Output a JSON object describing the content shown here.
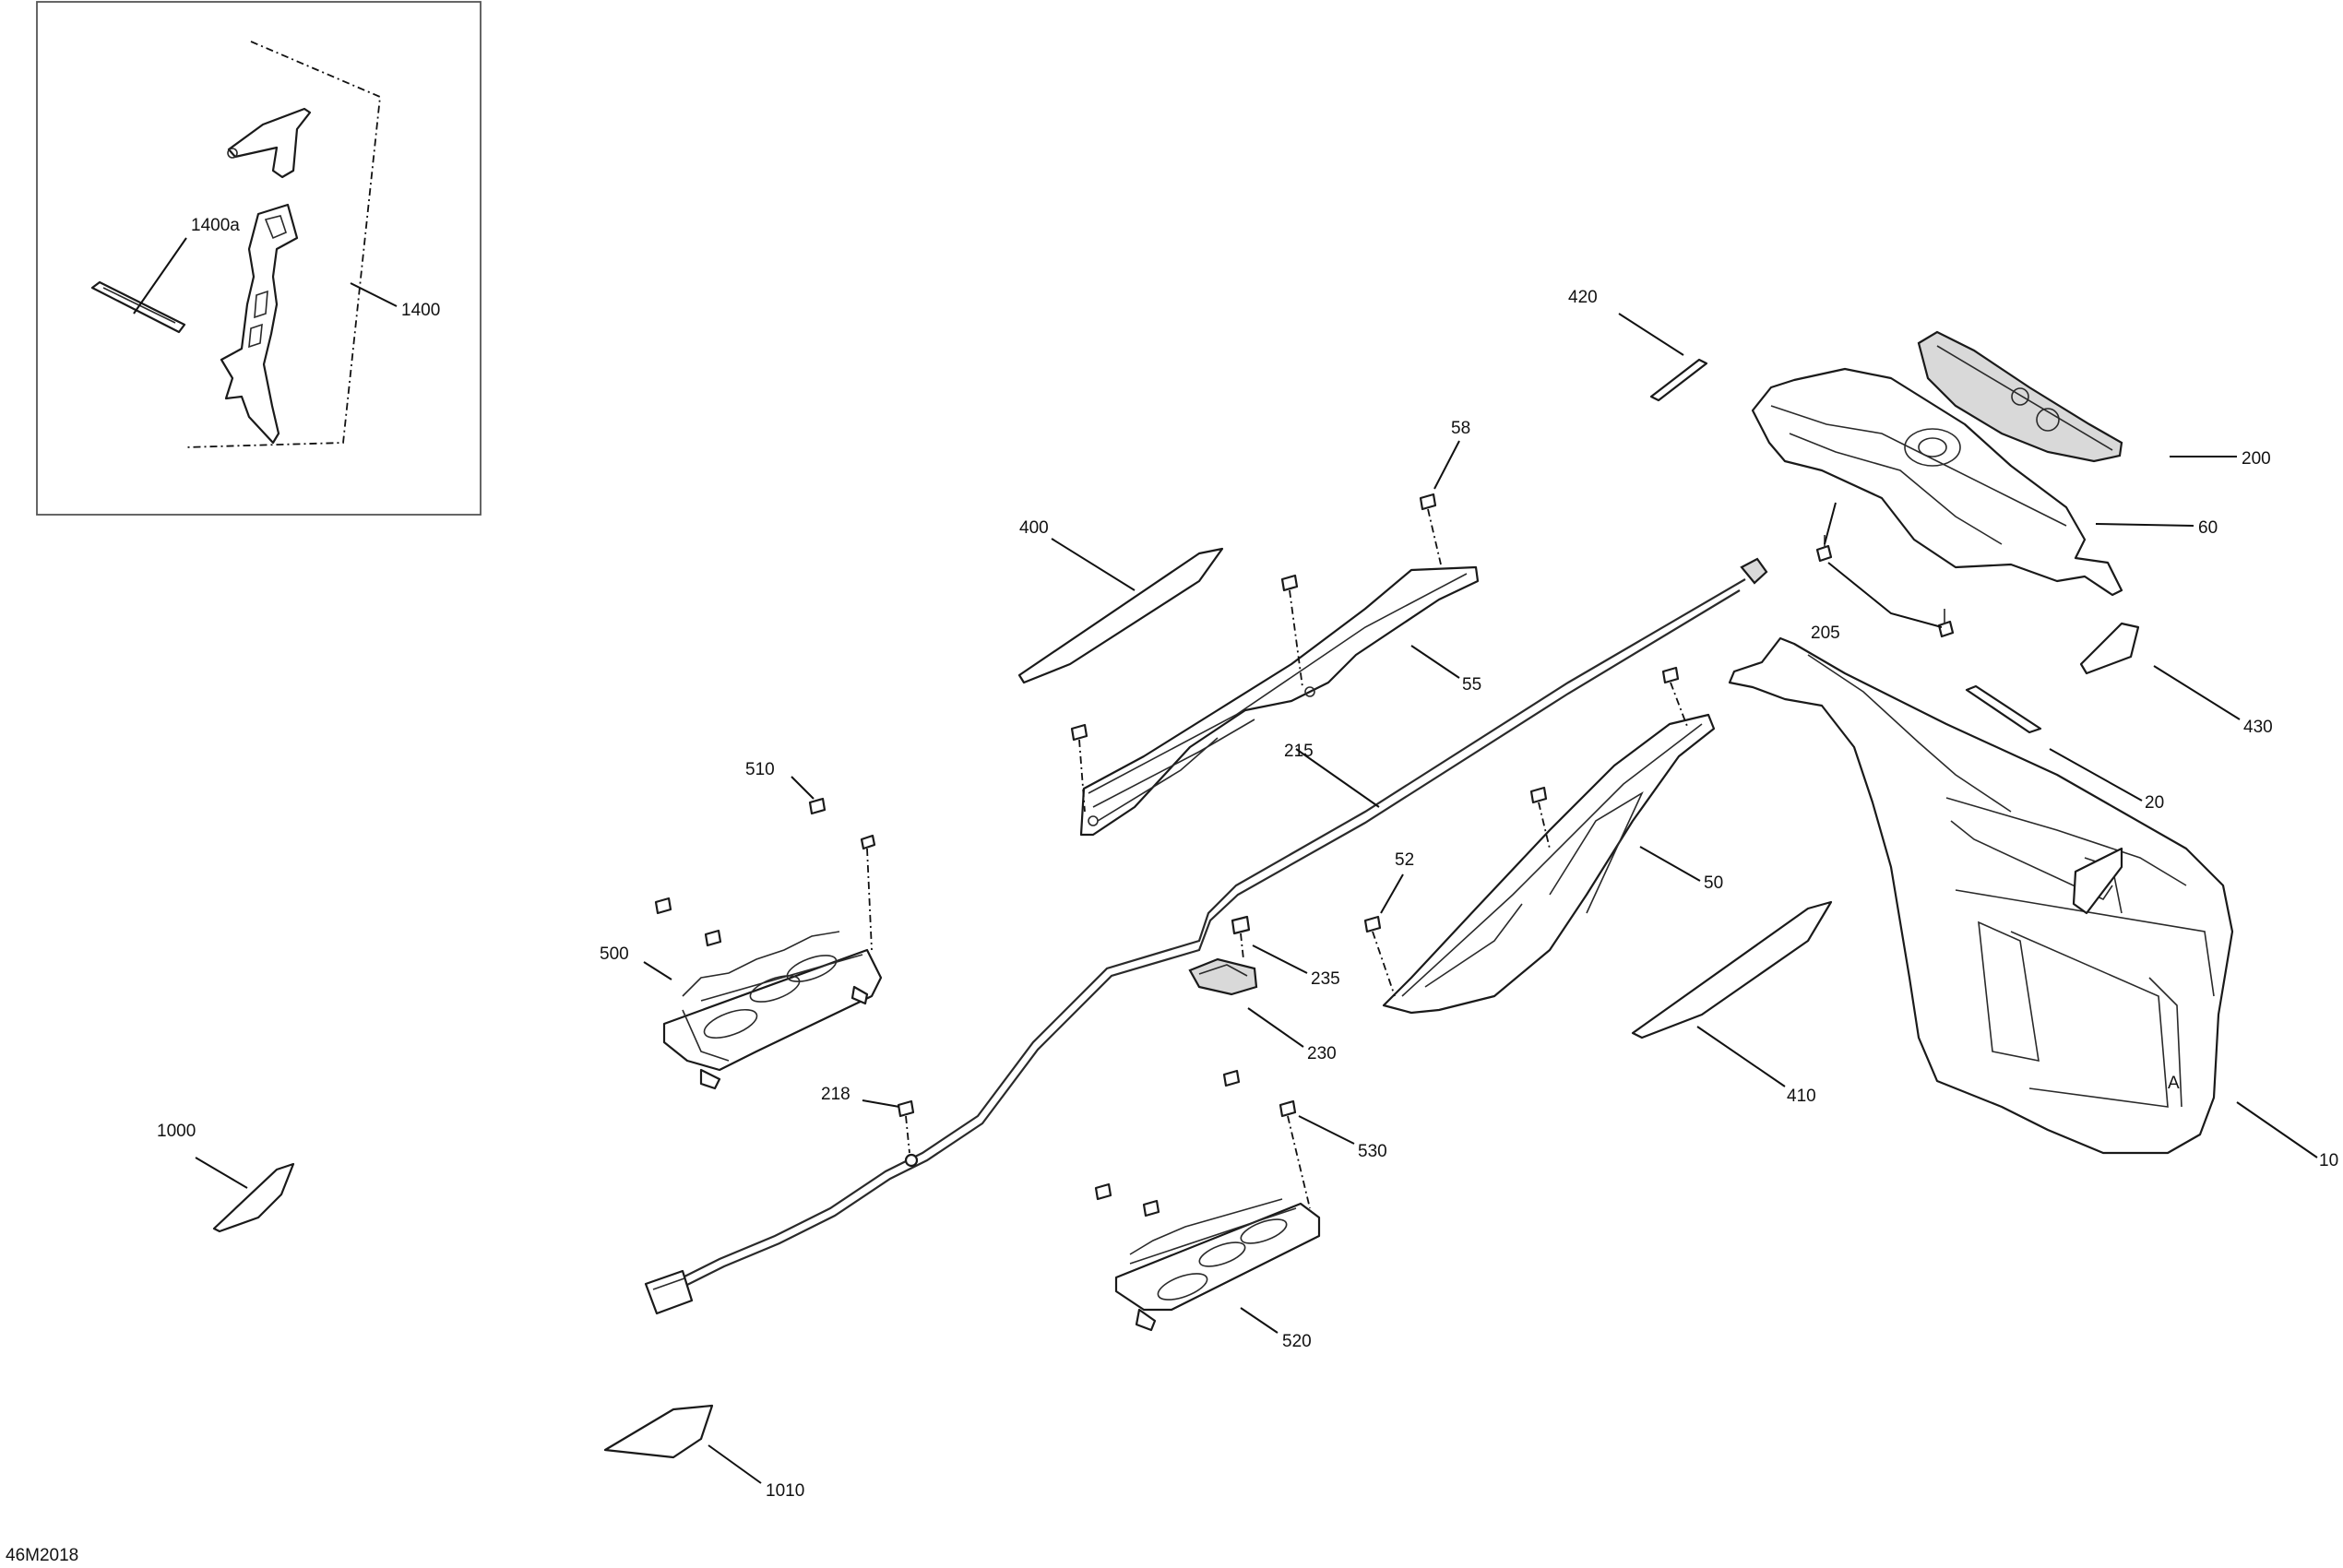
{
  "labels": {
    "p1400": "1400",
    "p1400a": "1400a",
    "p420": "420",
    "p200": "200",
    "p60": "60",
    "p58": "58",
    "p400": "400",
    "p55": "55",
    "p205": "205",
    "p430": "430",
    "p20": "20",
    "p215": "215",
    "p510": "510",
    "p52": "52",
    "p50": "50",
    "p500": "500",
    "p235": "235",
    "p230": "230",
    "p410": "410",
    "p218": "218",
    "p530": "530",
    "p10": "10",
    "p1000": "1000",
    "p520": "520",
    "p1010": "1010"
  },
  "figure_code": "46M2018"
}
